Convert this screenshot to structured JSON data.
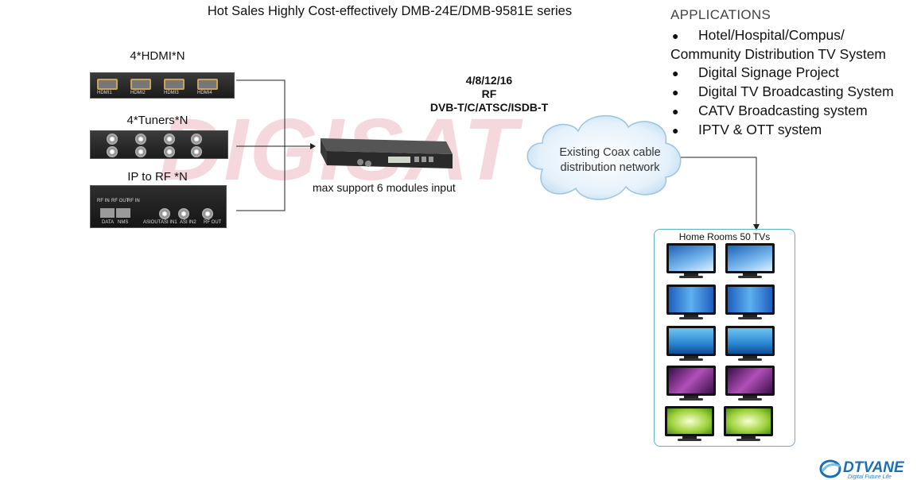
{
  "title": "Hot Sales Highly Cost-effectively DMB-24E/DMB-9581E  series",
  "inputs": {
    "hdmi_label": "4*HDMI*N",
    "tuners_label": "4*Tuners*N",
    "ip_label": "IP to RF *N",
    "hdmi_ports": [
      "HDMI1",
      "HDMI2",
      "HDMI3",
      "HDMI4"
    ],
    "ip_panel_labels": [
      "RF IN",
      "RF OUT",
      "RF IN",
      "DATA",
      "NMS",
      "ASIOUT",
      "ASI IN1",
      "ASI IN2",
      "RF OUT"
    ]
  },
  "device": {
    "caption": "max support 6 modules input"
  },
  "rf": {
    "line1": "4/8/12/16",
    "line2": "RF",
    "line3": "DVB-T/C/ATSC/ISDB-T"
  },
  "cloud": {
    "line1": "Existing Coax cable",
    "line2": "distribution network"
  },
  "applications": {
    "heading": "APPLICATIONS",
    "bullet": "●",
    "items": [
      "Hotel/Hospital/Compus/",
      "Digital Signage Project",
      "Digital TV Broadcasting System",
      "CATV Broadcasting system",
      "IPTV & OTT system"
    ],
    "continuation": "Community Distribution TV System"
  },
  "tvs": {
    "title": "Home Rooms 50 TVs"
  },
  "watermark": "DIGISAT",
  "logo": {
    "name": "DTVANE",
    "tagline": "Digital Future Life",
    "color": "#1b6fb5"
  }
}
